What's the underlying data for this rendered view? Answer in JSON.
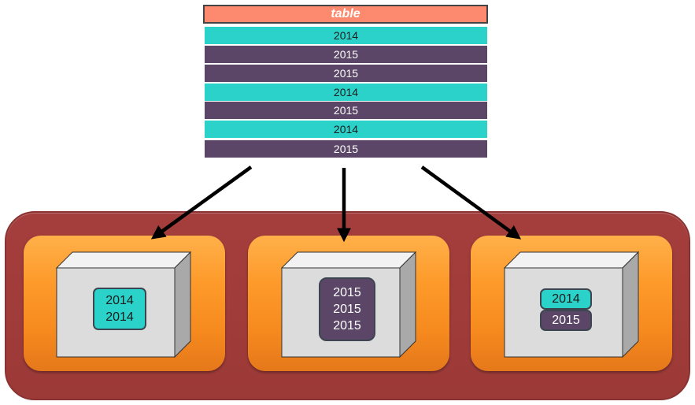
{
  "table": {
    "title": "table",
    "rows": [
      "2014",
      "2015",
      "2015",
      "2014",
      "2015",
      "2014",
      "2015"
    ]
  },
  "nodes": [
    {
      "chips": [
        {
          "lines": [
            "2014",
            "2014"
          ],
          "year": "2014"
        }
      ]
    },
    {
      "chips": [
        {
          "lines": [
            "2015",
            "2015",
            "2015"
          ],
          "year": "2015"
        }
      ]
    },
    {
      "chips": [
        {
          "lines": [
            "2014"
          ],
          "year": "2014"
        },
        {
          "lines": [
            "2015"
          ],
          "year": "2015"
        }
      ]
    }
  ],
  "colors": {
    "year_2014": "#2ad2c9",
    "year_2015": "#5b4667",
    "table_header": "#fd8a6f",
    "cluster": "#a43e3c",
    "node": "#fd9a2a",
    "box_face": "#dcdcdc",
    "arrow": "#000000"
  }
}
